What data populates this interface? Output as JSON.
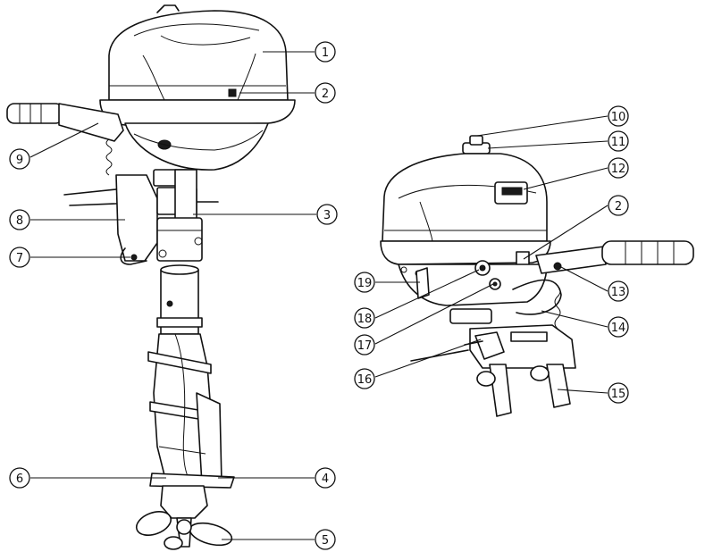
{
  "colors": {
    "ink": "#111111",
    "paper": "#ffffff"
  },
  "callouts": [
    {
      "number": "1"
    },
    {
      "number": "2"
    },
    {
      "number": "3"
    },
    {
      "number": "4"
    },
    {
      "number": "5"
    },
    {
      "number": "6"
    },
    {
      "number": "7"
    },
    {
      "number": "8"
    },
    {
      "number": "9"
    },
    {
      "number": "10"
    },
    {
      "number": "11"
    },
    {
      "number": "12"
    },
    {
      "number": "2"
    },
    {
      "number": "13"
    },
    {
      "number": "14"
    },
    {
      "number": "15"
    },
    {
      "number": "16"
    },
    {
      "number": "17"
    },
    {
      "number": "18"
    },
    {
      "number": "19"
    }
  ]
}
